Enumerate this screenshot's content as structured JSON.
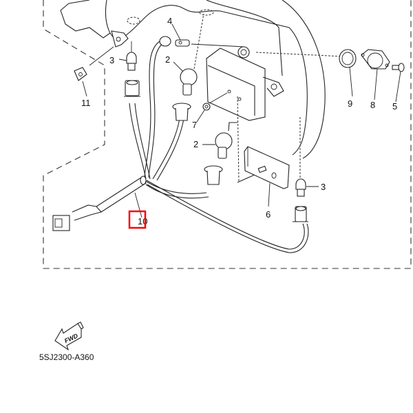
{
  "diagram": {
    "title": "Tail light assembly parts diagram",
    "diagram_code": "5SJ2300-A360",
    "direction_badge": "FWD",
    "highlight_color": "#ff0000",
    "callouts": [
      {
        "id": "c2a",
        "label": "2",
        "part": "bulb (stop/tail)"
      },
      {
        "id": "c2b",
        "label": "2",
        "part": "bulb (stop/tail)"
      },
      {
        "id": "c3a",
        "label": "3",
        "part": "bulb (turn)"
      },
      {
        "id": "c3b",
        "label": "3",
        "part": "bulb (turn)"
      },
      {
        "id": "c4",
        "label": "4",
        "part": "bulb (license)"
      },
      {
        "id": "c5",
        "label": "5",
        "part": "screw"
      },
      {
        "id": "c6",
        "label": "6",
        "part": "reflector"
      },
      {
        "id": "c7",
        "label": "7",
        "part": "nut"
      },
      {
        "id": "c8",
        "label": "8",
        "part": "flange"
      },
      {
        "id": "c9",
        "label": "9",
        "part": "grommet"
      },
      {
        "id": "c10",
        "label": "10",
        "part": "wire harness (highlighted)"
      },
      {
        "id": "c11",
        "label": "11",
        "part": "nut clip"
      }
    ]
  }
}
